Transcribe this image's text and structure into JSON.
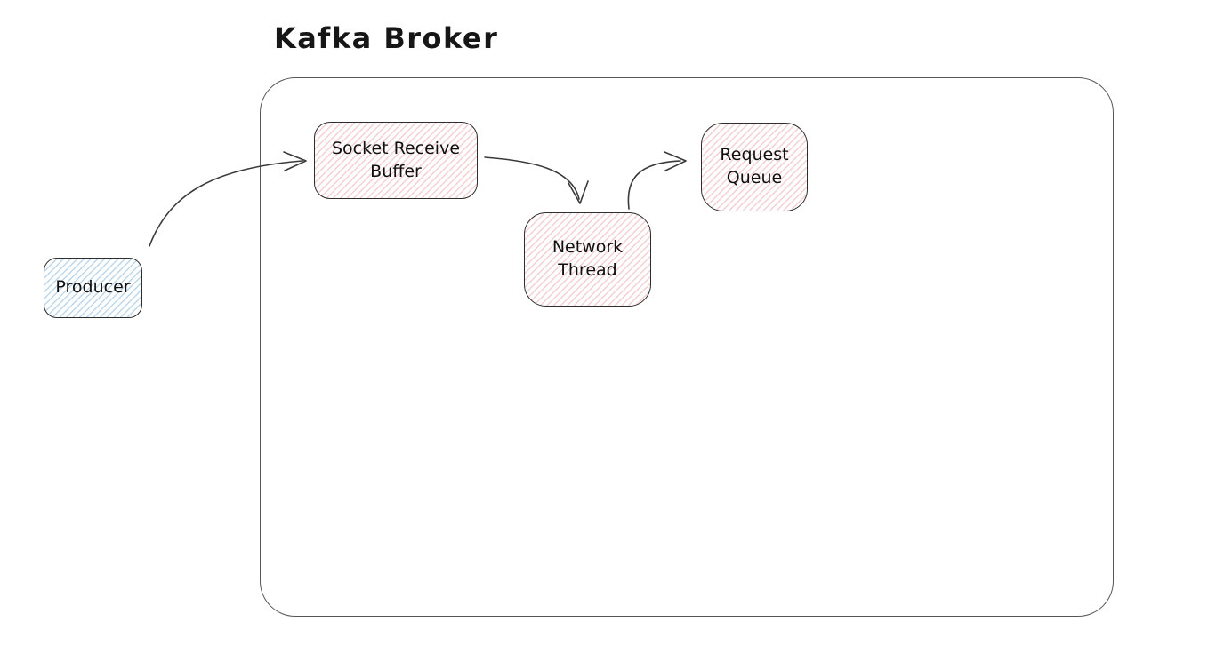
{
  "title": "Kafka Broker",
  "diagram": {
    "type": "flow-diagram",
    "container": {
      "id": "kafka-broker",
      "label": "Kafka Broker"
    },
    "nodes": [
      {
        "id": "producer",
        "label": "Producer",
        "fill": "blue-hatch",
        "inside_container": false
      },
      {
        "id": "socket-receive-buffer",
        "label": "Socket Receive\nBuffer",
        "fill": "pink-hatch",
        "inside_container": true
      },
      {
        "id": "network-thread",
        "label": "Network\nThread",
        "fill": "pink-hatch",
        "inside_container": true
      },
      {
        "id": "request-queue",
        "label": "Request\nQueue",
        "fill": "pink-hatch",
        "inside_container": true
      }
    ],
    "edges": [
      {
        "from": "producer",
        "to": "socket-receive-buffer"
      },
      {
        "from": "socket-receive-buffer",
        "to": "network-thread"
      },
      {
        "from": "network-thread",
        "to": "request-queue"
      }
    ]
  },
  "colors": {
    "background": "#ffffff",
    "node_stroke": "#2e2e2e",
    "container_stroke": "#565656",
    "arrow_stroke": "#3a3a3a",
    "blue_hatch": "#bdd7ec",
    "pink_hatch": "#f5cfd1",
    "text": "#101010"
  }
}
